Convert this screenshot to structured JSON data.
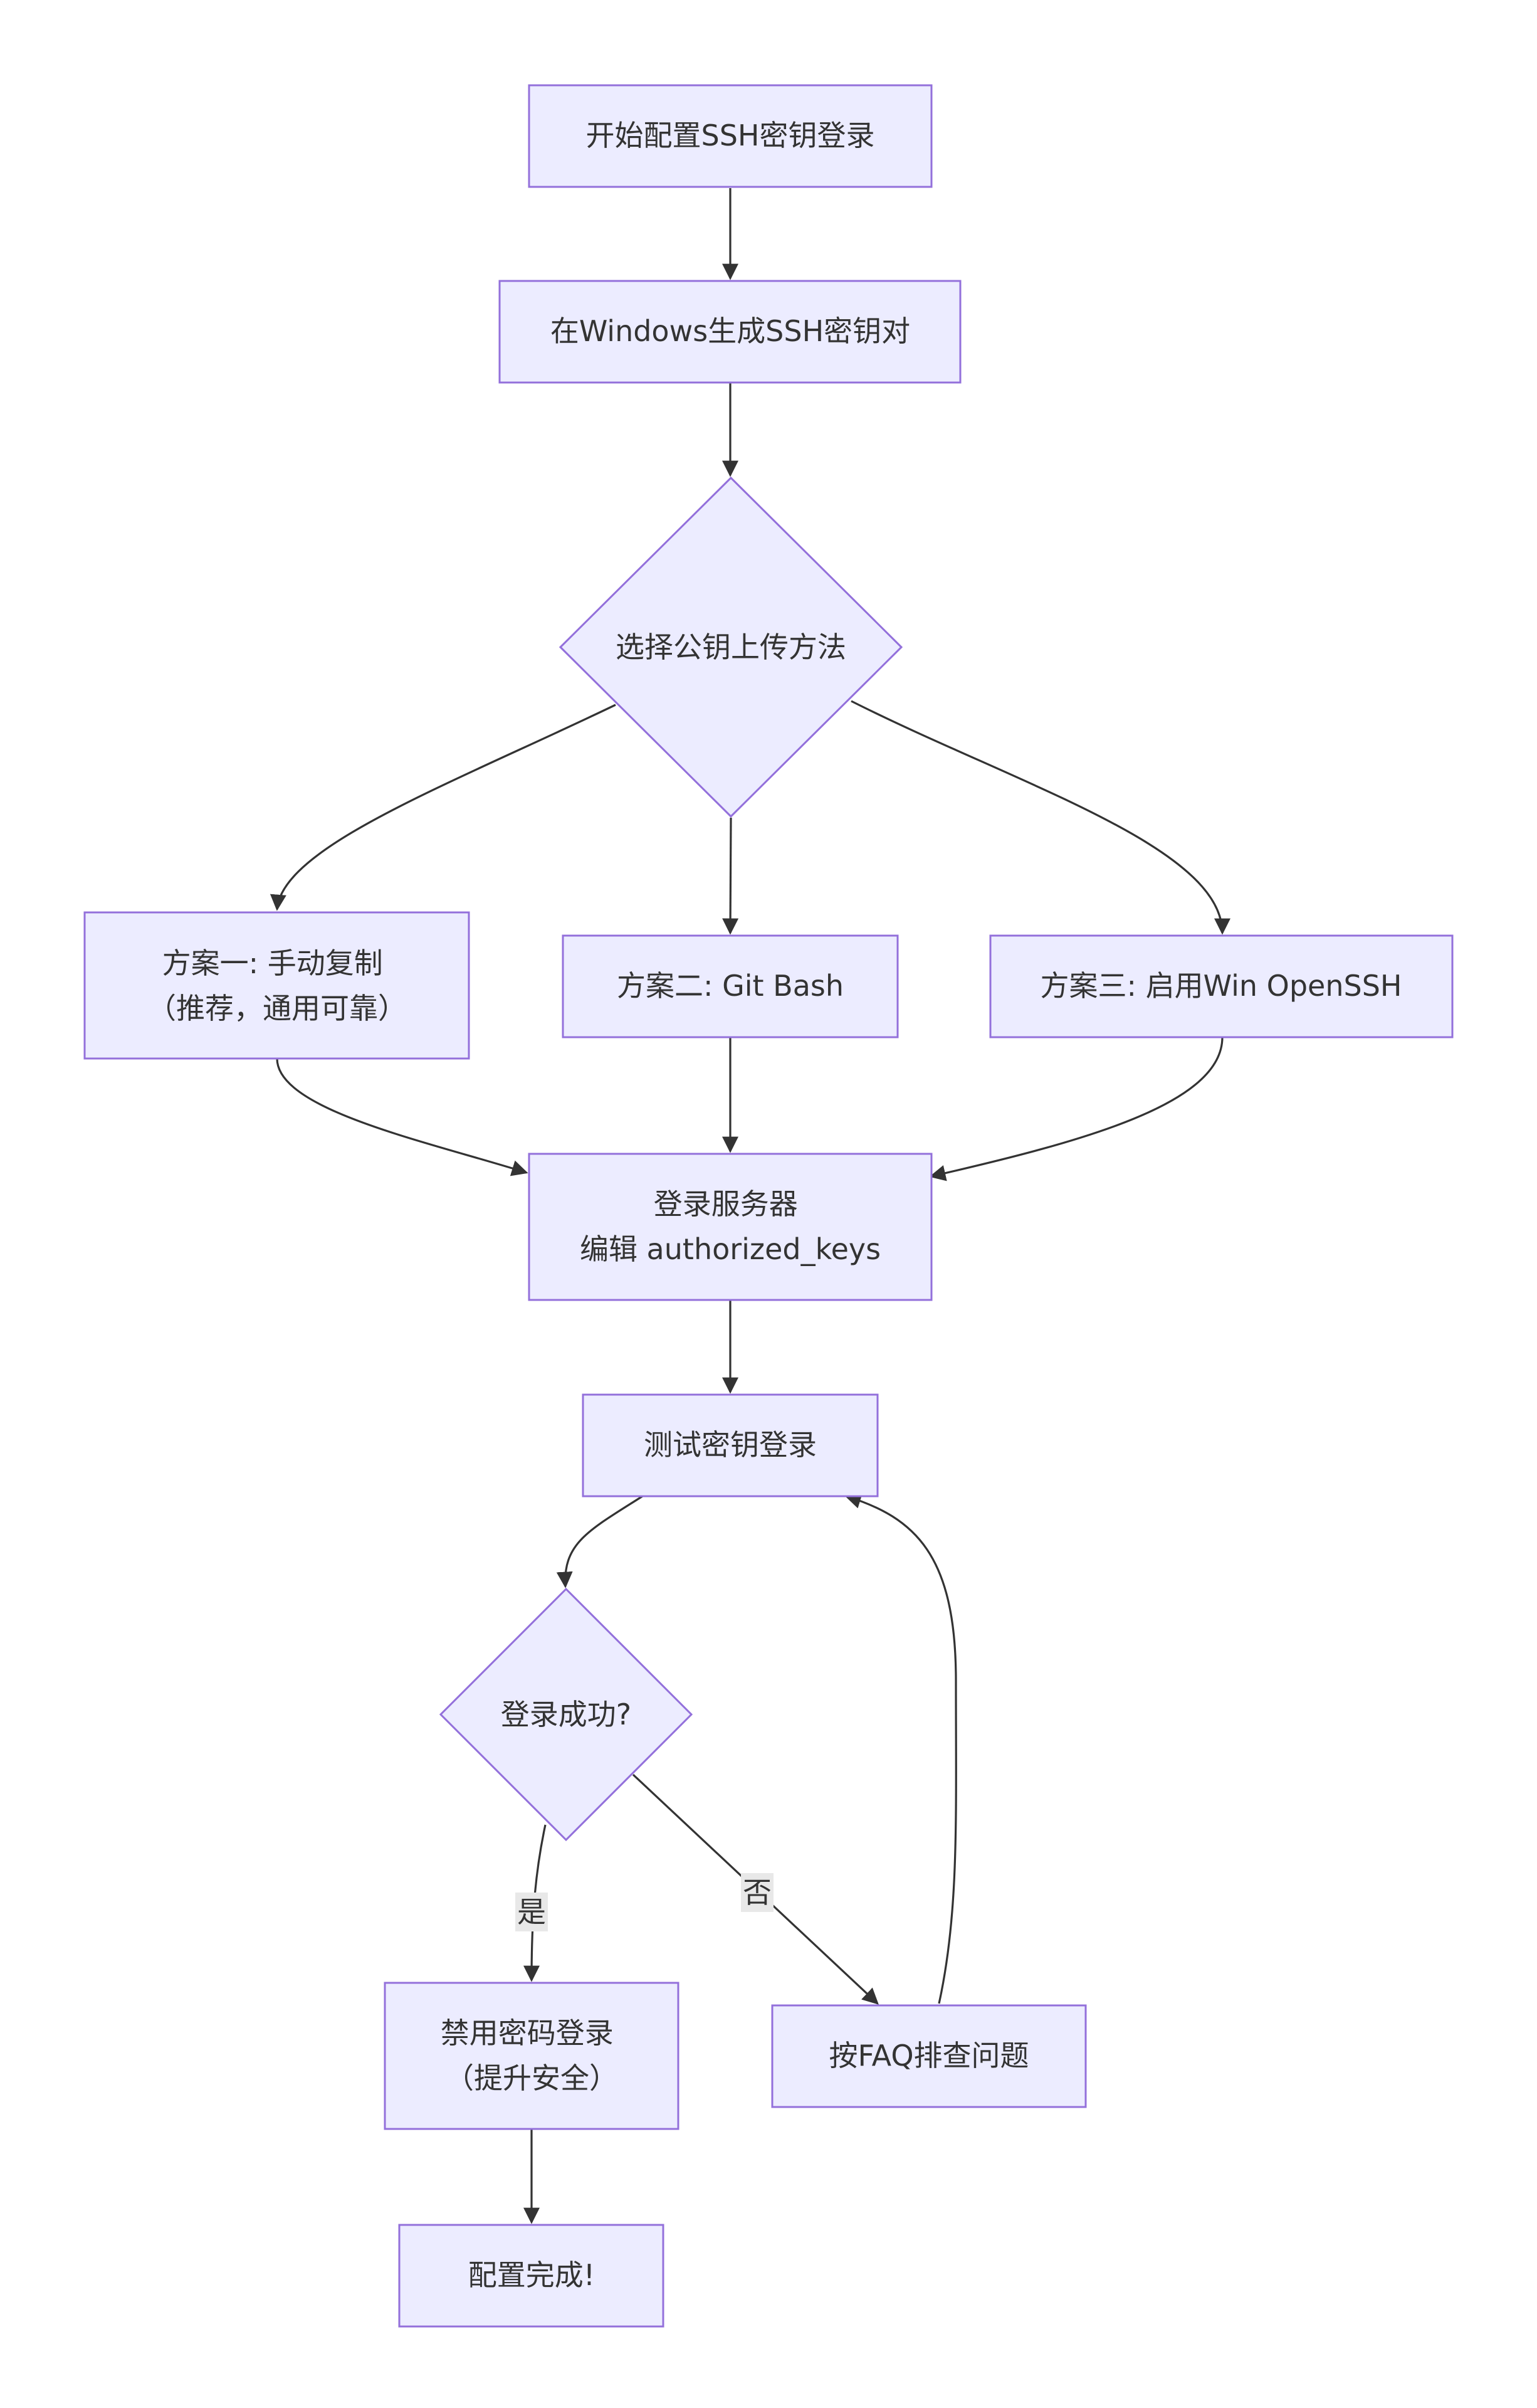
{
  "nodes": {
    "start": {
      "lines": [
        "开始配置SSH密钥登录"
      ]
    },
    "gen_keys": {
      "lines": [
        "在Windows生成SSH密钥对"
      ]
    },
    "choose_method": {
      "lines": [
        "选择公钥上传方法"
      ]
    },
    "option_manual": {
      "lines": [
        "方案一: 手动复制",
        "（推荐，通用可靠）"
      ]
    },
    "option_gitbash": {
      "lines": [
        "方案二: Git Bash"
      ]
    },
    "option_openssh": {
      "lines": [
        "方案三: 启用Win OpenSSH"
      ]
    },
    "edit_keys": {
      "lines": [
        "登录服务器",
        "编辑 authorized_keys"
      ]
    },
    "test_login": {
      "lines": [
        "测试密钥登录"
      ]
    },
    "login_success": {
      "lines": [
        "登录成功?"
      ]
    },
    "disable_password": {
      "lines": [
        "禁用密码登录",
        "（提升安全）"
      ]
    },
    "faq": {
      "lines": [
        "按FAQ排查问题"
      ]
    },
    "done": {
      "lines": [
        "配置完成!"
      ]
    }
  },
  "edges": {
    "yes_label": "是",
    "no_label": "否"
  },
  "colors": {
    "node_fill": "#ECECFF",
    "node_stroke": "#9370DB",
    "edge": "#333333",
    "label_bg": "#e8e8e8"
  }
}
